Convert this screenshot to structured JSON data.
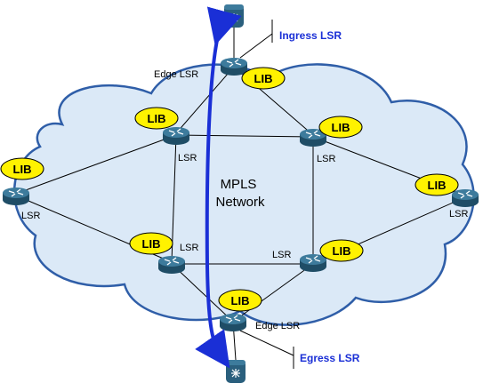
{
  "network": {
    "title_line1": "MPLS",
    "title_line2": "Network"
  },
  "callouts": {
    "ingress": "Ingress LSR",
    "egress": "Egress LSR"
  },
  "routers": {
    "edge_top": "Edge LSR",
    "upper_left": "LSR",
    "upper_right": "LSR",
    "left": "LSR",
    "right": "LSR",
    "lower_left": "LSR",
    "lower_right": "LSR",
    "edge_bottom": "Edge LSR"
  },
  "lib_label": "LIB",
  "colors": {
    "cloud_fill": "#dbe9f7",
    "cloud_stroke": "#2f5ea8",
    "lib_fill": "#fff200",
    "router_fill": "#2a5f7d",
    "path_arrow": "#1a2fd6",
    "callout_text": "#1a2fd6"
  },
  "icons": {
    "router": "router-icon",
    "host": "host-icon"
  }
}
